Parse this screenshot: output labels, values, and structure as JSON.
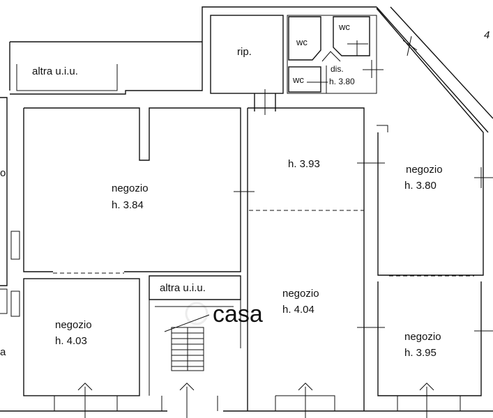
{
  "rooms": {
    "altra_uiu_top": "altra u.i.u.",
    "rip": "rip.",
    "wc_top_left": "wc",
    "wc_top_right": "wc",
    "wc_bottom": "wc",
    "dis_name": "dis.",
    "dis_height": "h. 3.80",
    "center_upper_height": "h. 3.93",
    "neg_left_name": "negozio",
    "neg_left_height": "h. 3.84",
    "neg_right_upper_name": "negozio",
    "neg_right_upper_height": "h. 3.80",
    "neg_center_name": "negozio",
    "neg_center_height": "h. 4.04",
    "neg_bottom_left_name": "negozio",
    "neg_bottom_left_height": "h. 4.03",
    "altra_uiu_bottom": "altra u.i.u.",
    "neg_bottom_right_name": "negozio",
    "neg_bottom_right_height": "h. 3.95"
  },
  "edge_fragments": {
    "left_o": "o",
    "left_a": "a",
    "top_right_mark": "4"
  },
  "watermark": "casa"
}
